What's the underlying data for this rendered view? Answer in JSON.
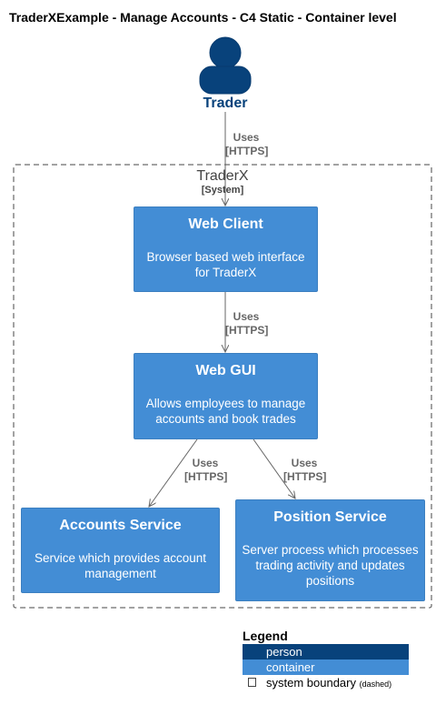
{
  "title": "TraderXExample - Manage Accounts - C4 Static - Container level",
  "person": {
    "label": "Trader",
    "icon": "person-icon",
    "color": "#08427b"
  },
  "boundary": {
    "name": "TraderX",
    "type": "[System]"
  },
  "containers": {
    "web_client": {
      "name": "Web Client",
      "description": "Browser based web interface for TraderX"
    },
    "web_gui": {
      "name": "Web GUI",
      "description": "Allows employees to manage accounts and book trades"
    },
    "accounts_service": {
      "name": "Accounts Service",
      "description": "Service which provides account management"
    },
    "position_service": {
      "name": "Position Service",
      "description": "Server process which processes trading activity and updates positions"
    }
  },
  "relations": [
    {
      "from": "Trader",
      "to": "Web Client",
      "label": "Uses",
      "technology": "[HTTPS]"
    },
    {
      "from": "Web Client",
      "to": "Web GUI",
      "label": "Uses",
      "technology": "[HTTPS]"
    },
    {
      "from": "Web GUI",
      "to": "Accounts Service",
      "label": "Uses",
      "technology": "[HTTPS]"
    },
    {
      "from": "Web GUI",
      "to": "Position Service",
      "label": "Uses",
      "technology": "[HTTPS]"
    }
  ],
  "legend": {
    "title": "Legend",
    "items": [
      {
        "label": "person",
        "color": "#08427b"
      },
      {
        "label": "container",
        "color": "#438dd5"
      },
      {
        "label": "system boundary",
        "note": "(dashed)"
      }
    ]
  },
  "colors": {
    "person": "#08427b",
    "container": "#438dd5",
    "edge": "#666666"
  }
}
